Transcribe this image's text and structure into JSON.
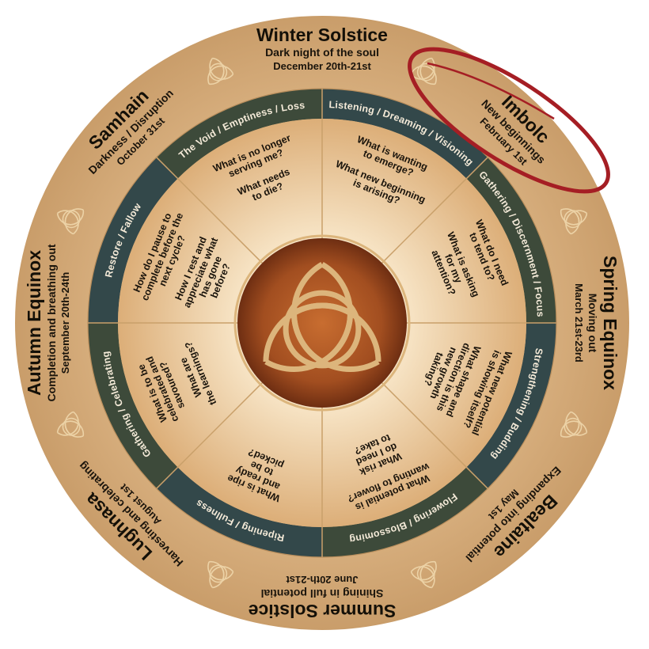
{
  "colors": {
    "outer_ring": "#d2a877",
    "band_dark": "#33484a",
    "band_green": "#3d4a3a",
    "inner_light": "#f6e0bf",
    "inner_edge": "#d9ad78",
    "center_dark": "#7a3414",
    "center_light": "#c56a2e",
    "gold": "#dcb57c",
    "highlight": "#a51e24"
  },
  "seasons": [
    {
      "name": "Winter Solstice",
      "subtitle": "Dark night of the soul",
      "date": "December 20th-21st",
      "highlighted": false
    },
    {
      "name": "Imbolc",
      "subtitle": "New beginnings",
      "date": "February 1st",
      "highlighted": true
    },
    {
      "name": "Spring Equinox",
      "subtitle": "Moving out",
      "date": "March 21st-23rd",
      "highlighted": false
    },
    {
      "name": "Bealtaine",
      "subtitle": "Expanding into potential",
      "date": "May 1st",
      "highlighted": false
    },
    {
      "name": "Summer Solstice",
      "subtitle": "Shining in full potential",
      "date": "June 20th-21st",
      "highlighted": false
    },
    {
      "name": "Lughnasa",
      "subtitle": "Harvesting and celebrating",
      "date": "August 1st",
      "highlighted": false
    },
    {
      "name": "Autumn Equinox",
      "subtitle": "Completion and breathing out",
      "date": "September 20th-24th",
      "highlighted": false
    },
    {
      "name": "Samhain",
      "subtitle": "Darkness / Disruption",
      "date": "October 31st",
      "highlighted": false
    }
  ],
  "phases": [
    {
      "label": "Listening / Dreaming / Visioning",
      "questions": [
        [
          "What is wanting",
          "to emerge?"
        ],
        [
          "What new beginning",
          "is arising?"
        ]
      ]
    },
    {
      "label": "Gathering / Discernment / Focus",
      "questions": [
        [
          "What do I need",
          "to tend to?"
        ],
        [
          "What is asking",
          "for my",
          "attention?"
        ]
      ]
    },
    {
      "label": "Strengthening / Budding",
      "questions": [
        [
          "What new potential",
          "is showing itself?"
        ],
        [
          "What shape and",
          "direction is this",
          "new growth",
          "taking?"
        ]
      ]
    },
    {
      "label": "Flowering / Blossoming",
      "questions": [
        [
          "What potential is",
          "wanting to flower?"
        ],
        [
          "What risk",
          "do I need",
          "to take?"
        ]
      ]
    },
    {
      "label": "Ripening / Fullness",
      "questions": [
        [
          "What is ripe",
          "and ready",
          "to be",
          "picked?"
        ]
      ]
    },
    {
      "label": "Gathering / Celebrating",
      "questions": [
        [
          "What is to be",
          "celebrated and",
          "savoured?"
        ],
        [
          "What are",
          "the learnings?"
        ]
      ]
    },
    {
      "label": "Restore / Fallow",
      "questions": [
        [
          "How do I pause to",
          "complete before the",
          "next cycle?"
        ],
        [
          "How I rest and",
          "appreciate what",
          "has gone",
          "before?"
        ]
      ]
    },
    {
      "label": "The Void / Emptiness / Loss",
      "questions": [
        [
          "What is no longer",
          "serving me?"
        ],
        [
          "What needs",
          "to die?"
        ]
      ]
    }
  ],
  "center_icon": "triquetra-icon",
  "ring_icon": "triquetra-icon"
}
